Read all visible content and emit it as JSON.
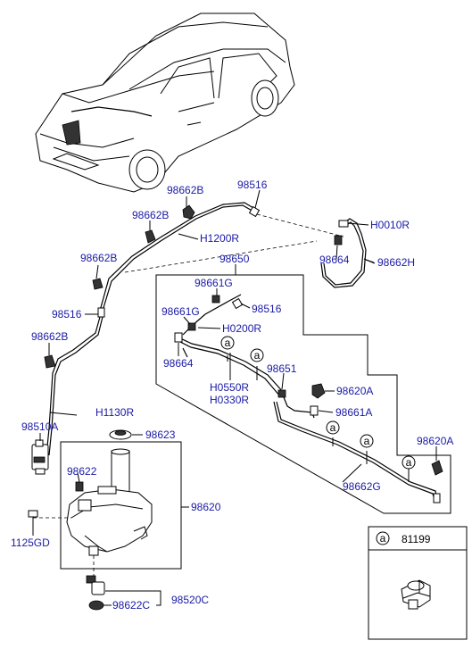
{
  "labels": {
    "p98516_top": "98516",
    "p98662B_a": "98662B",
    "p98662B_b": "98662B",
    "p98662B_c": "98662B",
    "p98662B_d": "98662B",
    "pH1200R": "H1200R",
    "pH0010R": "H0010R",
    "p98664_r": "98664",
    "p98662H": "98662H",
    "p98650": "98650",
    "p98661G_a": "98661G",
    "p98661G_b": "98661G",
    "p98516_mid": "98516",
    "p98516_left": "98516",
    "pH0200R": "H0200R",
    "p98664_l": "98664",
    "pH0550R": "H0550R",
    "pH0330R": "H0330R",
    "p98651": "98651",
    "p98620A_a": "98620A",
    "p98620A_b": "98620A",
    "p98661A": "98661A",
    "pH1130R": "H1130R",
    "p98510A": "98510A",
    "p98623": "98623",
    "p98622": "98622",
    "p98620": "98620",
    "p98662G": "98662G",
    "p1125GD": "1125GD",
    "p98520C": "98520C",
    "p98622C": "98622C"
  },
  "callout": "a",
  "legend": {
    "marker": "a",
    "part": "81199"
  }
}
